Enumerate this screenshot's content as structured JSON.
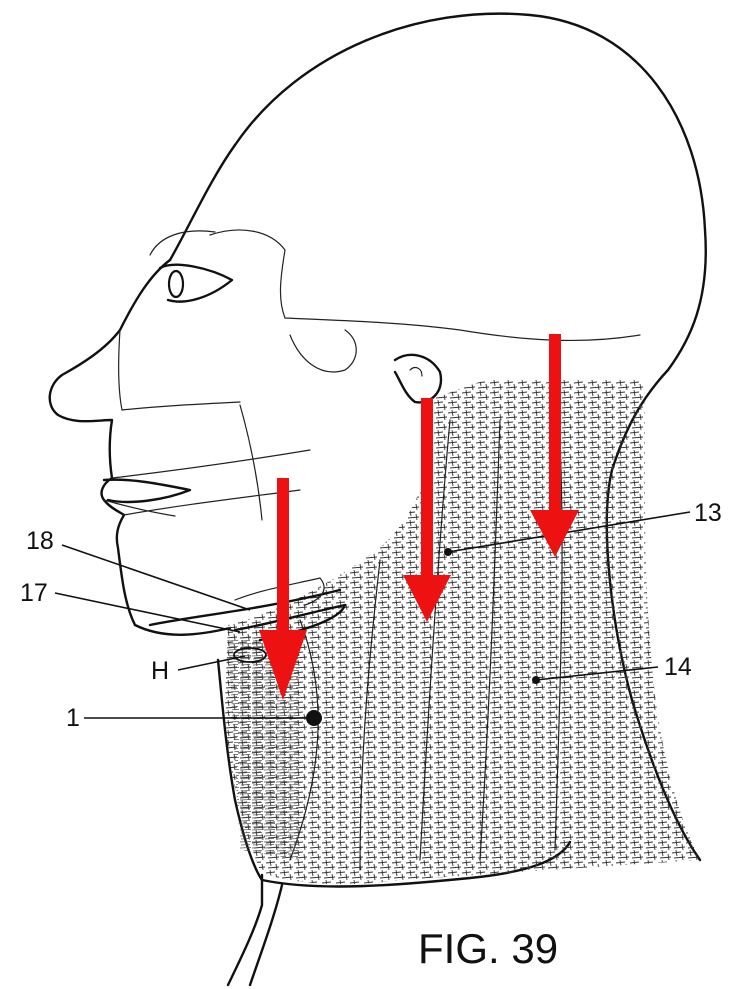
{
  "figure": {
    "caption": "FIG. 39",
    "labels": [
      {
        "id": "label-13",
        "text": "13"
      },
      {
        "id": "label-14",
        "text": "14"
      },
      {
        "id": "label-18",
        "text": "18"
      },
      {
        "id": "label-17",
        "text": "17"
      },
      {
        "id": "label-h",
        "text": "H"
      },
      {
        "id": "label-1",
        "text": "1"
      }
    ],
    "arrow_color": "#ee1111",
    "ink_color": "#111111",
    "arrow_count": 3,
    "arrow_direction": "down"
  }
}
